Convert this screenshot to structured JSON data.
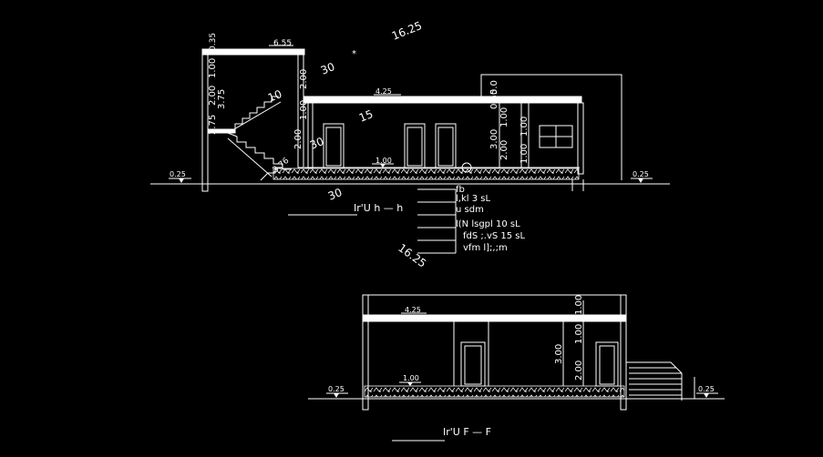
{
  "section_1": {
    "title": "Ir'U h  —    h",
    "dims": {
      "top_left_width": "6.55",
      "top_left_height": "0.35",
      "top_left_vertical_a": "1.00",
      "top_left_vertical_b": "2.00",
      "top_left_vertical_c": "3.75",
      "stair_height": "2.75",
      "stair_pieces": "3.76",
      "slab_width": "4.25",
      "floor_level": "1.00",
      "ground_left": "0.25",
      "ground_right": "0.25",
      "door_height": "2.00",
      "wall_height": "3.00",
      "upper_a": "1.00",
      "upper_b": "0.50",
      "right_a": "1.00",
      "right_b": "1.00",
      "slope_1": "16.25",
      "slope_2": "30",
      "slope_3": "10",
      "slope_4": "15",
      "slope_5": "30",
      "slope_6": "30",
      "slope_7": "16.25",
      "small_a": "2.00",
      "small_b": "1.00",
      "small_c": "5.0",
      "star": "*"
    },
    "legend_lines": [
      "fb",
      "l,kl  3  sL",
      "u  sdm",
      "l(N  lsgpl   10   sL",
      "fdS ;.vS   15   sL",
      "vfm l];,;m"
    ]
  },
  "section_2": {
    "title": "Ir'U    F  —    F",
    "dims": {
      "slab_width": "4.25",
      "floor_level": "1.00",
      "ground_left": "0.25",
      "ground_right": "0.25",
      "wall_height": "3.00",
      "door_height": "2.00",
      "upper_a": "1.00",
      "upper_b": "1.00"
    }
  }
}
